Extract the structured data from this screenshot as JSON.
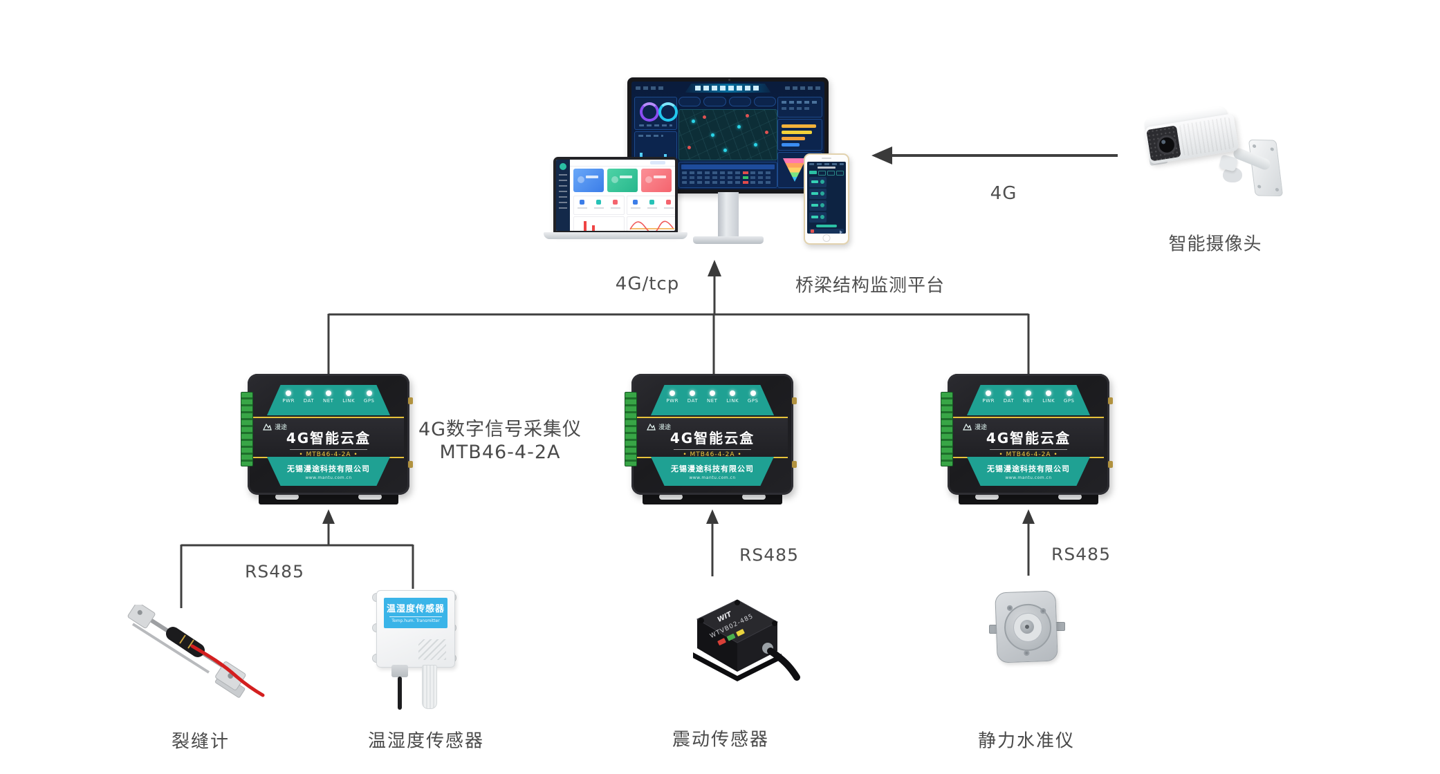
{
  "platform": {
    "connection_label": "4G/tcp",
    "name": "桥梁结构监测平台"
  },
  "camera": {
    "connection_label": "4G",
    "name": "智能摄像头"
  },
  "collectors": {
    "annotation_line1": "4G数字信号采集仪",
    "annotation_line2": "MTB46-4-2A",
    "device": {
      "brand": "漫途",
      "title": "4G智能云盒",
      "model_display": "• MTB46-4-2A •",
      "company": "无锡漫途科技有限公司",
      "website": "www.mantu.com.cn",
      "leds": [
        "PWR",
        "DAT",
        "NET",
        "LINK",
        "GPS"
      ]
    }
  },
  "links": {
    "rs485_left": "RS485",
    "rs485_middle": "RS485",
    "rs485_right": "RS485"
  },
  "sensors": {
    "crack_meter": "裂缝计",
    "temp_humidity": "温湿度传感器",
    "vibration": "震动传感器",
    "static_level": "静力水准仪"
  },
  "temp_sensor_sticker": {
    "title": "温湿度传感器",
    "subtitle": "Temp.hum. Transmitter"
  },
  "vibration_sensor": {
    "brand": "WIT",
    "model": "WTVB02-485"
  }
}
